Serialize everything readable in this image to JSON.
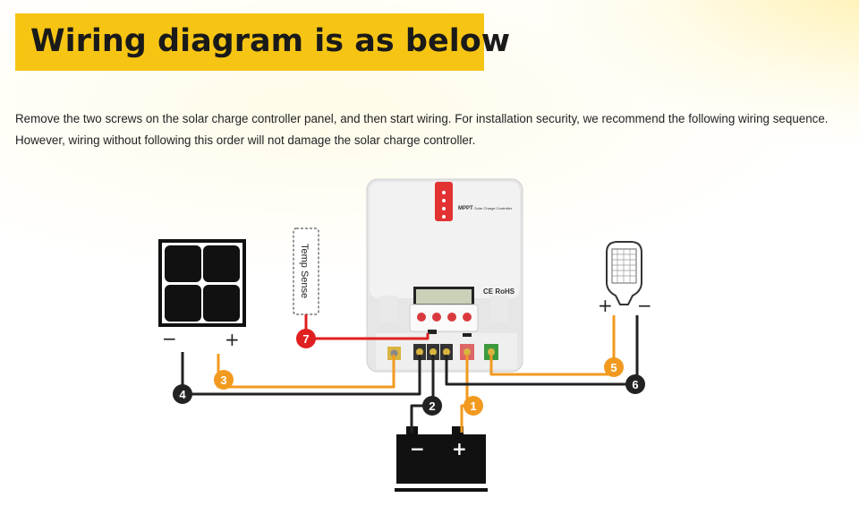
{
  "title": "Wiring diagram is as below",
  "intro": "Remove the two screws on the solar charge controller panel, and then start wiring. For installation security, we recommend the following wiring sequence. However, wiring without following this order will not damage the solar charge controller.",
  "controller": {
    "brand": "MPPT",
    "model": "Solar Charge Controller",
    "certification": "CE RoHS"
  },
  "temp_sensor": {
    "label": "Temp Sense"
  },
  "solar_panel": {
    "minus": "−",
    "plus": "+"
  },
  "load": {
    "plus": "+",
    "minus": "−"
  },
  "battery": {
    "minus": "−",
    "plus": "+"
  },
  "steps": [
    "1",
    "2",
    "3",
    "4",
    "5",
    "6",
    "7"
  ],
  "colors": {
    "title_bg": "#f6c514",
    "positive_wire": "#f29a1f",
    "negative_wire": "#222222",
    "sensor_wire": "#e02020",
    "sensor_badge": "#e02020"
  }
}
